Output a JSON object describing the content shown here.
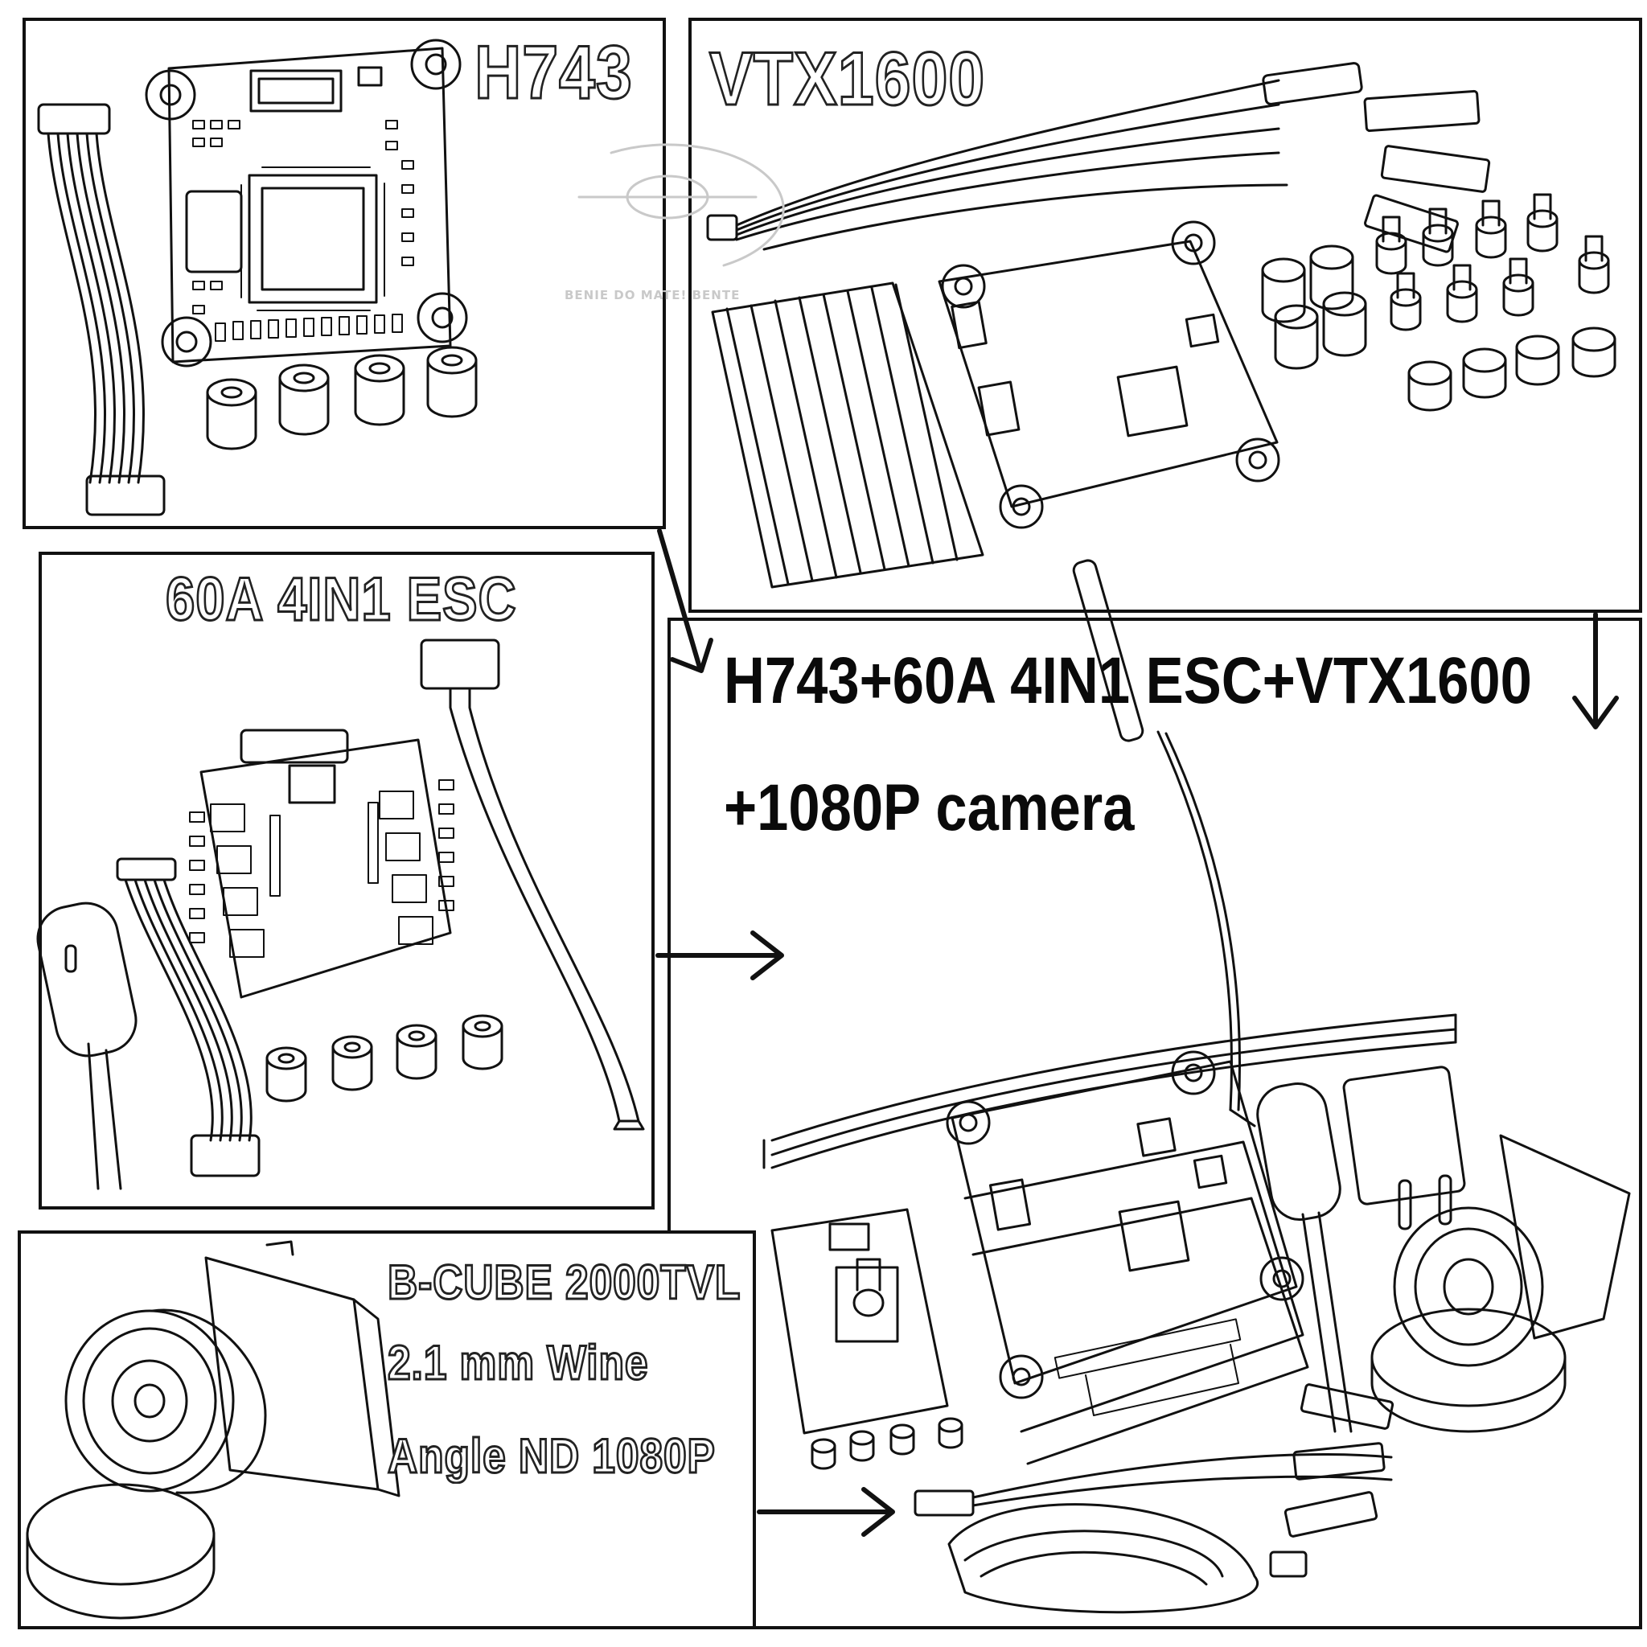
{
  "panels": {
    "fc": {
      "title": "H743"
    },
    "vtx": {
      "title": "VTX1600"
    },
    "esc": {
      "title": "60A 4IN1 ESC"
    },
    "camera": {
      "title_line1": "B-CUBE 2000TVL",
      "title_line2": "2.1 mm Wine",
      "title_line3": "Angle ND 1080P"
    },
    "combo": {
      "title_line1": "H743+60A 4IN1 ESC+VTX1600",
      "title_line2": "+1080P camera"
    }
  },
  "watermark": {
    "text": "BENIE DO MATE! BENTE"
  },
  "colors": {
    "line": "#111111",
    "background": "#ffffff",
    "watermark": "#c9c9c9"
  }
}
